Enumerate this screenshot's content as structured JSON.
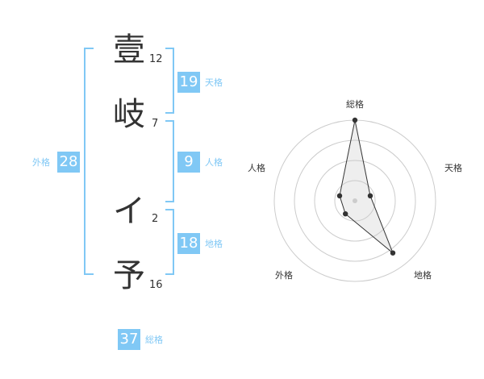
{
  "characters": [
    {
      "char": "壹",
      "strokes": "12"
    },
    {
      "char": "岐",
      "strokes": "7"
    },
    {
      "char": "イ",
      "strokes": "2"
    },
    {
      "char": "予",
      "strokes": "16"
    }
  ],
  "kaku": {
    "tenkaku": {
      "value": "19",
      "label": "天格"
    },
    "jinkaku": {
      "value": "9",
      "label": "人格"
    },
    "chikaku": {
      "value": "18",
      "label": "地格"
    },
    "gaikaku": {
      "value": "28",
      "label": "外格"
    },
    "soukaku": {
      "value": "37",
      "label": "総格"
    }
  },
  "colors": {
    "accent": "#80c8f5",
    "text": "#333333",
    "grid": "#cccccc"
  },
  "chart_data": {
    "type": "radar",
    "axes": [
      "総格",
      "天格",
      "地格",
      "外格",
      "人格"
    ],
    "values": [
      5,
      1,
      4,
      1,
      1
    ],
    "rmax": 5,
    "rings": 4
  }
}
